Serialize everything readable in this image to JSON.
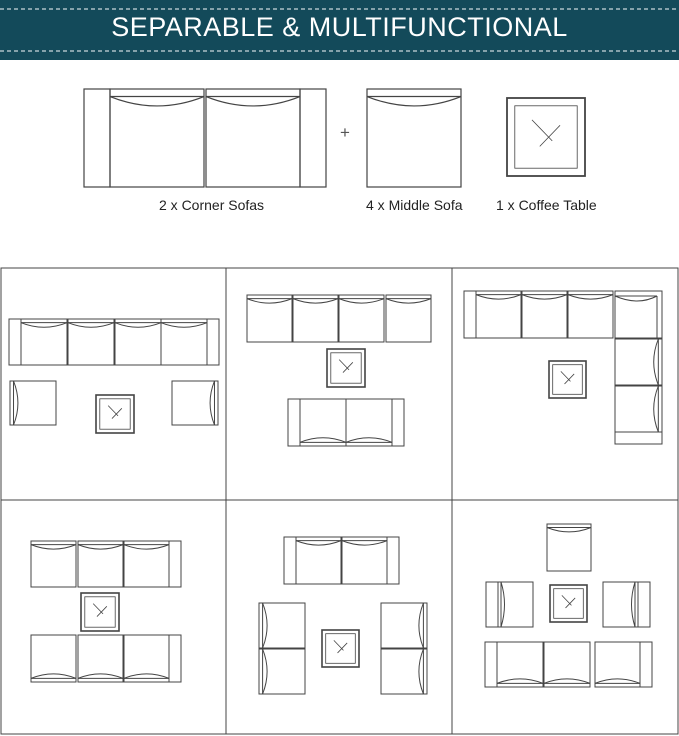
{
  "banner": {
    "title": "SEPARABLE & MULTIFUNCTIONAL",
    "color": "#134a5a",
    "dash_color": "#c9d8dc"
  },
  "legend": {
    "corner_label": "2 x Corner Sofas",
    "plus_sign": "+",
    "middle_label": "4 x Middle Sofa",
    "table_label": "1 x Coffee Table"
  },
  "colors": {
    "line": "#444444",
    "grid": "#555555",
    "background": "#ffffff"
  },
  "layouts": [
    {
      "name": "layout-1"
    },
    {
      "name": "layout-2"
    },
    {
      "name": "layout-3"
    },
    {
      "name": "layout-4"
    },
    {
      "name": "layout-5"
    },
    {
      "name": "layout-6"
    }
  ]
}
